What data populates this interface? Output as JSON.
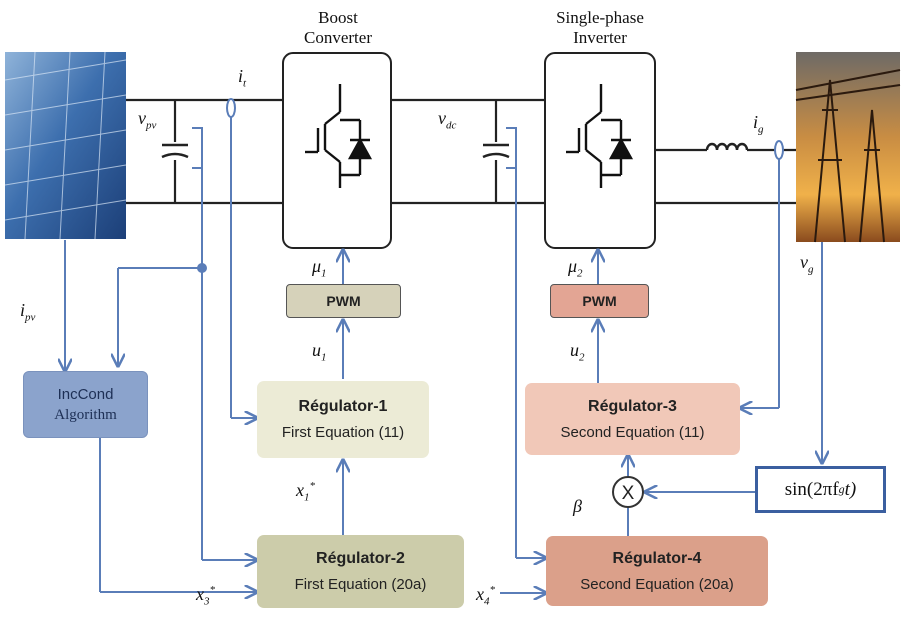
{
  "blocks": {
    "boost": {
      "title_line1": "Boost",
      "title_line2": "Converter"
    },
    "inverter": {
      "title_line1": "Single-phase",
      "title_line2": "Inverter"
    },
    "pwm1": "PWM",
    "pwm2": "PWM",
    "incond": {
      "line1": "IncCond",
      "line2": "Algorithm"
    },
    "reg1": {
      "title": "Régulator-1",
      "subtitle": "First Equation (11)"
    },
    "reg2": {
      "title": "Régulator-2",
      "subtitle": "First Equation (20a)"
    },
    "reg3": {
      "title": "Régulator-3",
      "subtitle": "Second Equation (11)"
    },
    "reg4": {
      "title": "Régulator-4",
      "subtitle": "Second Equation (20a)"
    },
    "sine": "sin(2πf",
    "sine_sub": "g",
    "sine_tail": "t)",
    "multiplier": "X"
  },
  "signals": {
    "v": "v",
    "pv": "pv",
    "dc": "dc",
    "i": "i",
    "t": "t",
    "g": "g",
    "mu": "μ",
    "one": "1",
    "two": "2",
    "u": "u",
    "x": "x",
    "star": "*",
    "three": "3",
    "four": "4",
    "beta": "β"
  },
  "colors": {
    "line": "#5a7db8",
    "reg_green": "#ecebd6",
    "reg2_green": "#ccccaa",
    "reg_pink": "#f1c8b8",
    "reg4_pink": "#dba08a",
    "incond_blue": "#8ba3cc",
    "pwm1": "#d6d2ba",
    "pwm2": "#e3a594"
  }
}
